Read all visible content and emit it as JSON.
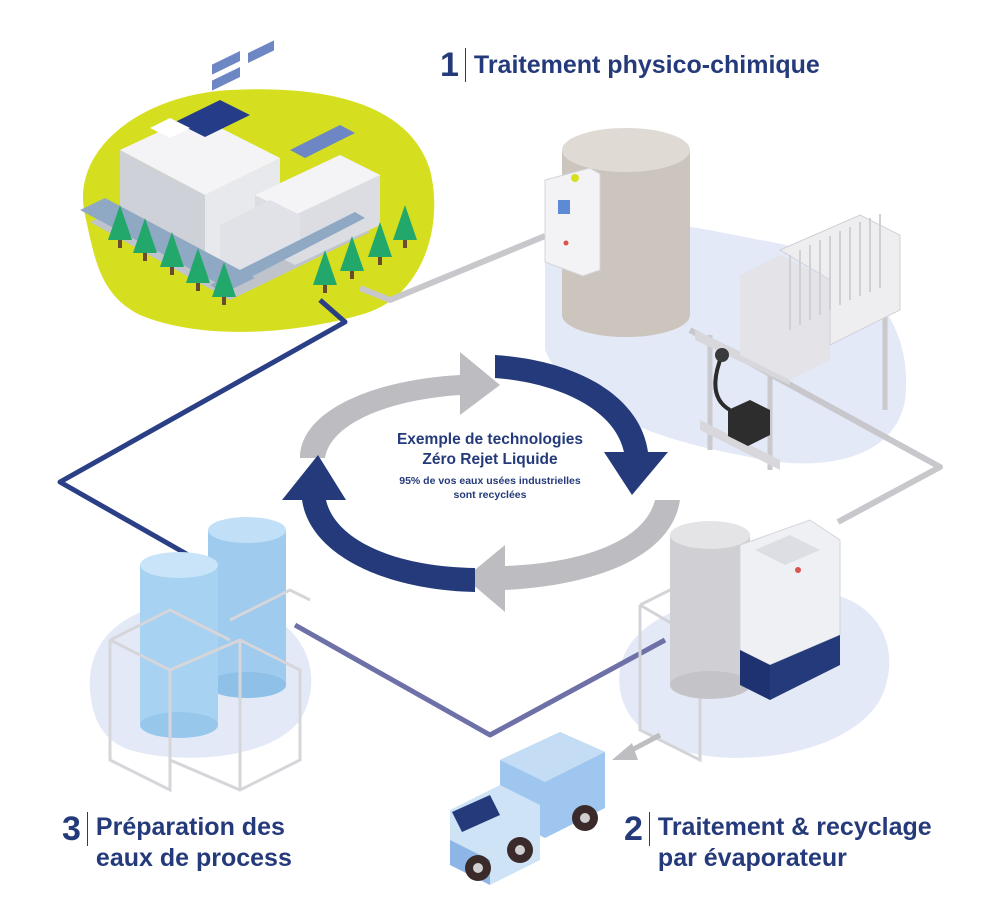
{
  "steps": [
    {
      "num": "1",
      "label": "Traitement physico-chimique"
    },
    {
      "num": "2",
      "line1": "Traitement & recyclage",
      "line2": "par évaporateur"
    },
    {
      "num": "3",
      "line1": "Préparation des",
      "line2": "eaux de process"
    }
  ],
  "cycle": {
    "title_line1": "Exemple de technologies",
    "title_line2": "Zéro Rejet Liquide",
    "subtitle_line1": "95% de vos eaux usées industrielles",
    "subtitle_line2": "sont recyclées"
  },
  "colors": {
    "navy": "#243a7a",
    "grey_pipe": "#c9c9cd",
    "lime": "#d6df1f",
    "light_blue_blob": "#e3e9f6",
    "water_tank": "#a8d0ee"
  },
  "icons": [
    "factory-icon",
    "tank-icon",
    "filter-press-icon",
    "evaporator-icon",
    "storage-tanks-icon",
    "truck-icon",
    "cycle-arrows-icon"
  ]
}
